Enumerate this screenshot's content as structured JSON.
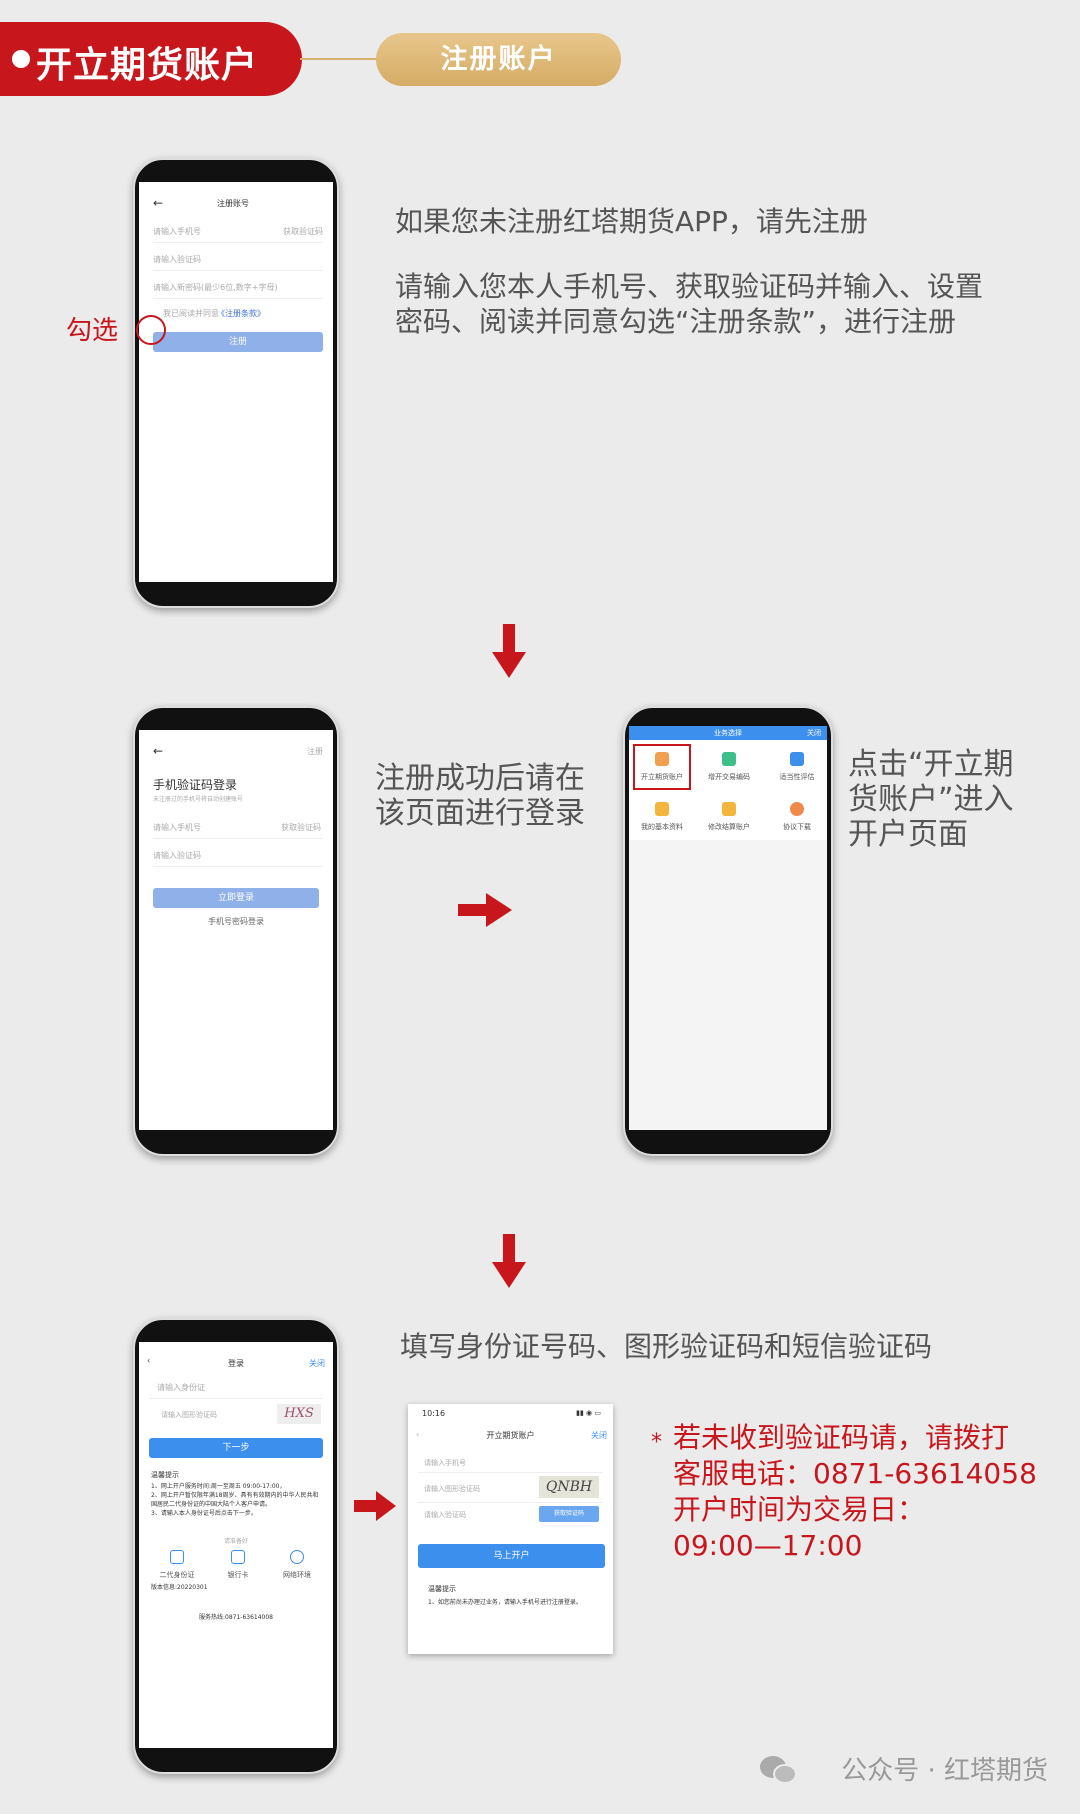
{
  "header": {
    "title": "开立期货账户",
    "step": "注册账户"
  },
  "step1": {
    "phone": {
      "title": "注册账号",
      "phone_ph": "请输入手机号",
      "get_code": "获取验证码",
      "code_ph": "请输入验证码",
      "pwd_ph": "请输入新密码(最少6位,数字+字母)",
      "agree_text": "我已阅读并同意",
      "terms_link": "《注册条款》",
      "submit": "注册"
    },
    "check_label": "勾选",
    "text1": "如果您未注册红塔期货APP，请先注册",
    "text2a": "请输入您本人手机号、获取验证码并输入、设置",
    "text2b": "密码、阅读并同意勾选“注册条款”，进行注册"
  },
  "step2": {
    "phone": {
      "register_link": "注册",
      "heading": "手机验证码登录",
      "sub": "未注册过的手机号将自动创建账号",
      "phone_ph": "请输入手机号",
      "get_code": "获取验证码",
      "code_ph": "请输入验证码",
      "login": "立即登录",
      "pwd_login": "手机号密码登录"
    },
    "text_a": "注册成功后请在",
    "text_b": "该页面进行登录",
    "phone2": {
      "title": "业务选择",
      "close": "关闭",
      "items": [
        "开立期货账户",
        "增开交易编码",
        "适当性评估",
        "我的基本资料",
        "修改结算账户",
        "协议下载"
      ]
    },
    "text_c": "点击“开立期",
    "text_d": "货账户”进入",
    "text_e": "开户页面"
  },
  "step3": {
    "phone": {
      "title": "登录",
      "close": "关闭",
      "id_ph": "请输入身份证",
      "captcha_ph": "请输入图形验证码",
      "captcha": "HXS",
      "next": "下一步",
      "tips_title": "温馨提示",
      "tips": [
        "1、网上开户服务时间:周一至周五 09:00-17:00，",
        "2、网上开户暂仅限年满18周岁、具有有效期内的中华人民共和国居民二代身份证的中国大陆个人客户申请。",
        "3、请输入本人身份证号后点击下一步。"
      ],
      "prepare": "请准备好",
      "icons": [
        "二代身份证",
        "银行卡",
        "网络环境"
      ],
      "version": "版本信息:20220301",
      "hotline": "服务热线:0871-63614008"
    },
    "screen2": {
      "time": "10:16",
      "title": "开立期货账户",
      "close": "关闭",
      "phone_ph": "请输入手机号",
      "captcha_ph": "请输入图形验证码",
      "code_ph": "请输入验证码",
      "captcha": "QNBH",
      "get_code": "获取验证码",
      "open": "马上开户",
      "tips_title": "温馨提示",
      "tip": "1、如您前尚未办理过业务，请输入手机号进行注册登录。"
    },
    "text1": "填写身份证号码、图形验证码和短信验证码",
    "star": "*",
    "note": [
      "若未收到验证码请，请拨打",
      "客服电话：0871-63614058",
      "开户时间为交易日：",
      "09:00—17:00"
    ]
  },
  "footer": "公众号 · 红塔期货",
  "colors": {
    "brand_red": "#c8161d",
    "gold": "#d6b26e",
    "app_blue": "#3d8fee"
  }
}
